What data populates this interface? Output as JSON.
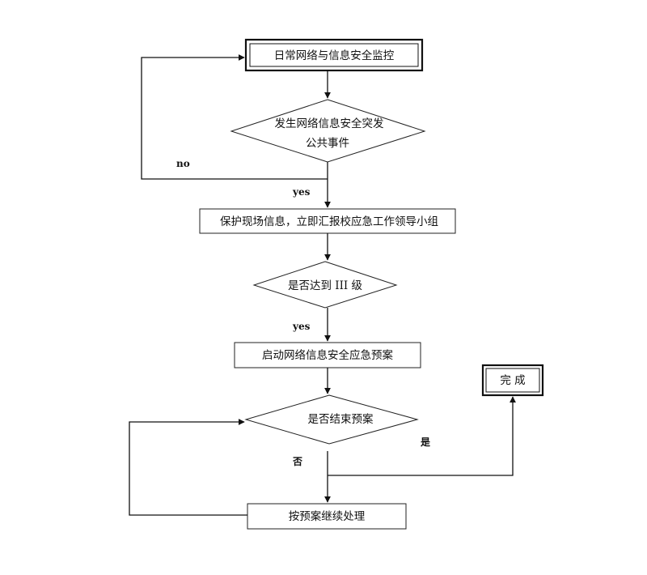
{
  "flowchart": {
    "monitor": "日常网络与信息安全监控",
    "incident_line1": "发生网络信息安全突发",
    "incident_line2": "公共事件",
    "protect_report": "保护现场信息，立即汇报校应急工作领导小组",
    "level_check": "是否达到 III 级",
    "launch_plan": "启动网络信息安全应急预案",
    "end_check": "是否结束预案",
    "continue_plan": "按预案继续处理",
    "done": "完 成",
    "branch_no": "no",
    "branch_yes_1": "yes",
    "branch_yes_2": "yes",
    "branch_fou": "否",
    "branch_shi": "是"
  }
}
